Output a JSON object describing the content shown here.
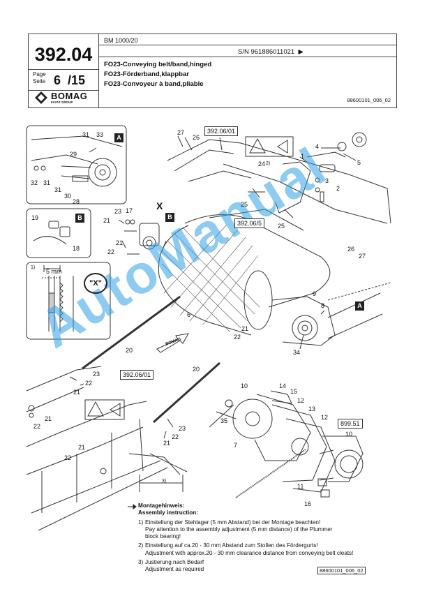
{
  "header": {
    "page_number": "392.04",
    "page_label_1": "Page",
    "page_label_2": "Seite",
    "page_current": "6",
    "page_total": "/15",
    "model": "BM 1000/20",
    "serial": "S/N 961886011021",
    "serial_arrow": "▶",
    "title_en": "FO23-Conveying belt/band,hinged",
    "title_de": "FO23-Förderband,klappbar",
    "title_fr": "FO23-Convoyeur à band,pliable",
    "doc_ref": "88600101_006_02"
  },
  "logo": {
    "name": "BOMAG",
    "sub": "FAYAT GROUP"
  },
  "diagram": {
    "ref_boxes": [
      "392.06/01",
      "392.06/5",
      "392.06/01",
      "899.51"
    ],
    "badges": [
      "A",
      "B",
      "B",
      "A"
    ],
    "detail_x": "\"X\"",
    "dim_5mm": "5 mm",
    "dim_1": "1)",
    "dim_2": "2)",
    "dim_3": "3)",
    "x_mark": "X",
    "arrow_label": "BOMAG",
    "part_labels": {
      "a31": "31",
      "a33": "33",
      "a29": "29",
      "a32": "32",
      "a31b": "31",
      "a31c": "31",
      "a30": "30",
      "a28": "28",
      "b19": "19",
      "b18": "18",
      "p27": "27",
      "p26": "26",
      "p24": "24",
      "p1": "1",
      "p4": "4",
      "p5": "5",
      "p3": "3",
      "p2": "2",
      "p25a": "25",
      "p25b": "25",
      "p23a": "23",
      "p17": "17",
      "p21a": "21",
      "p21b": "21",
      "p22a": "22",
      "p26b": "26",
      "p27b": "27",
      "p9": "9",
      "p8": "8",
      "p6": "6",
      "p21c": "21",
      "p22b": "22",
      "p34": "34",
      "p20a": "20",
      "p23b": "23",
      "p22c": "22",
      "p21d": "21",
      "p20b": "20",
      "p22d": "22",
      "p21e": "21",
      "p21f": "21",
      "p22e": "22",
      "p23c": "23",
      "p21g": "21",
      "p22f": "22",
      "p10a": "10",
      "p14": "14",
      "p15": "15",
      "p12a": "12",
      "p13": "13",
      "p12b": "12",
      "p35": "35",
      "p7": "7",
      "p10b": "10",
      "p11": "11",
      "p16": "16"
    }
  },
  "assembly": {
    "heading_de": "Montagehinweis:",
    "heading_en": "Assembly instruction:",
    "items": [
      {
        "num": "1)",
        "de": "Einstellung der Stehlager (5 mm Abstand) bei der Montage beachten!",
        "en": "Pay attention to the assembly adjustment (5 mm distance) of the Plummer",
        "en2": "block bearing!"
      },
      {
        "num": "2)",
        "de": "Einstellung auf ca.20 - 30 mm Abstand zum Stollen des Fördergurts!",
        "en": "Adjustment with approx.20 - 30 mm clearance distance from conveying belt cleats!",
        "en2": ""
      },
      {
        "num": "3)",
        "de": "Justierung nach Bedarf",
        "en": "Adjustment as required",
        "en2": ""
      }
    ]
  },
  "footer_ref": "88600101_006_02",
  "watermark": "AutoManual"
}
